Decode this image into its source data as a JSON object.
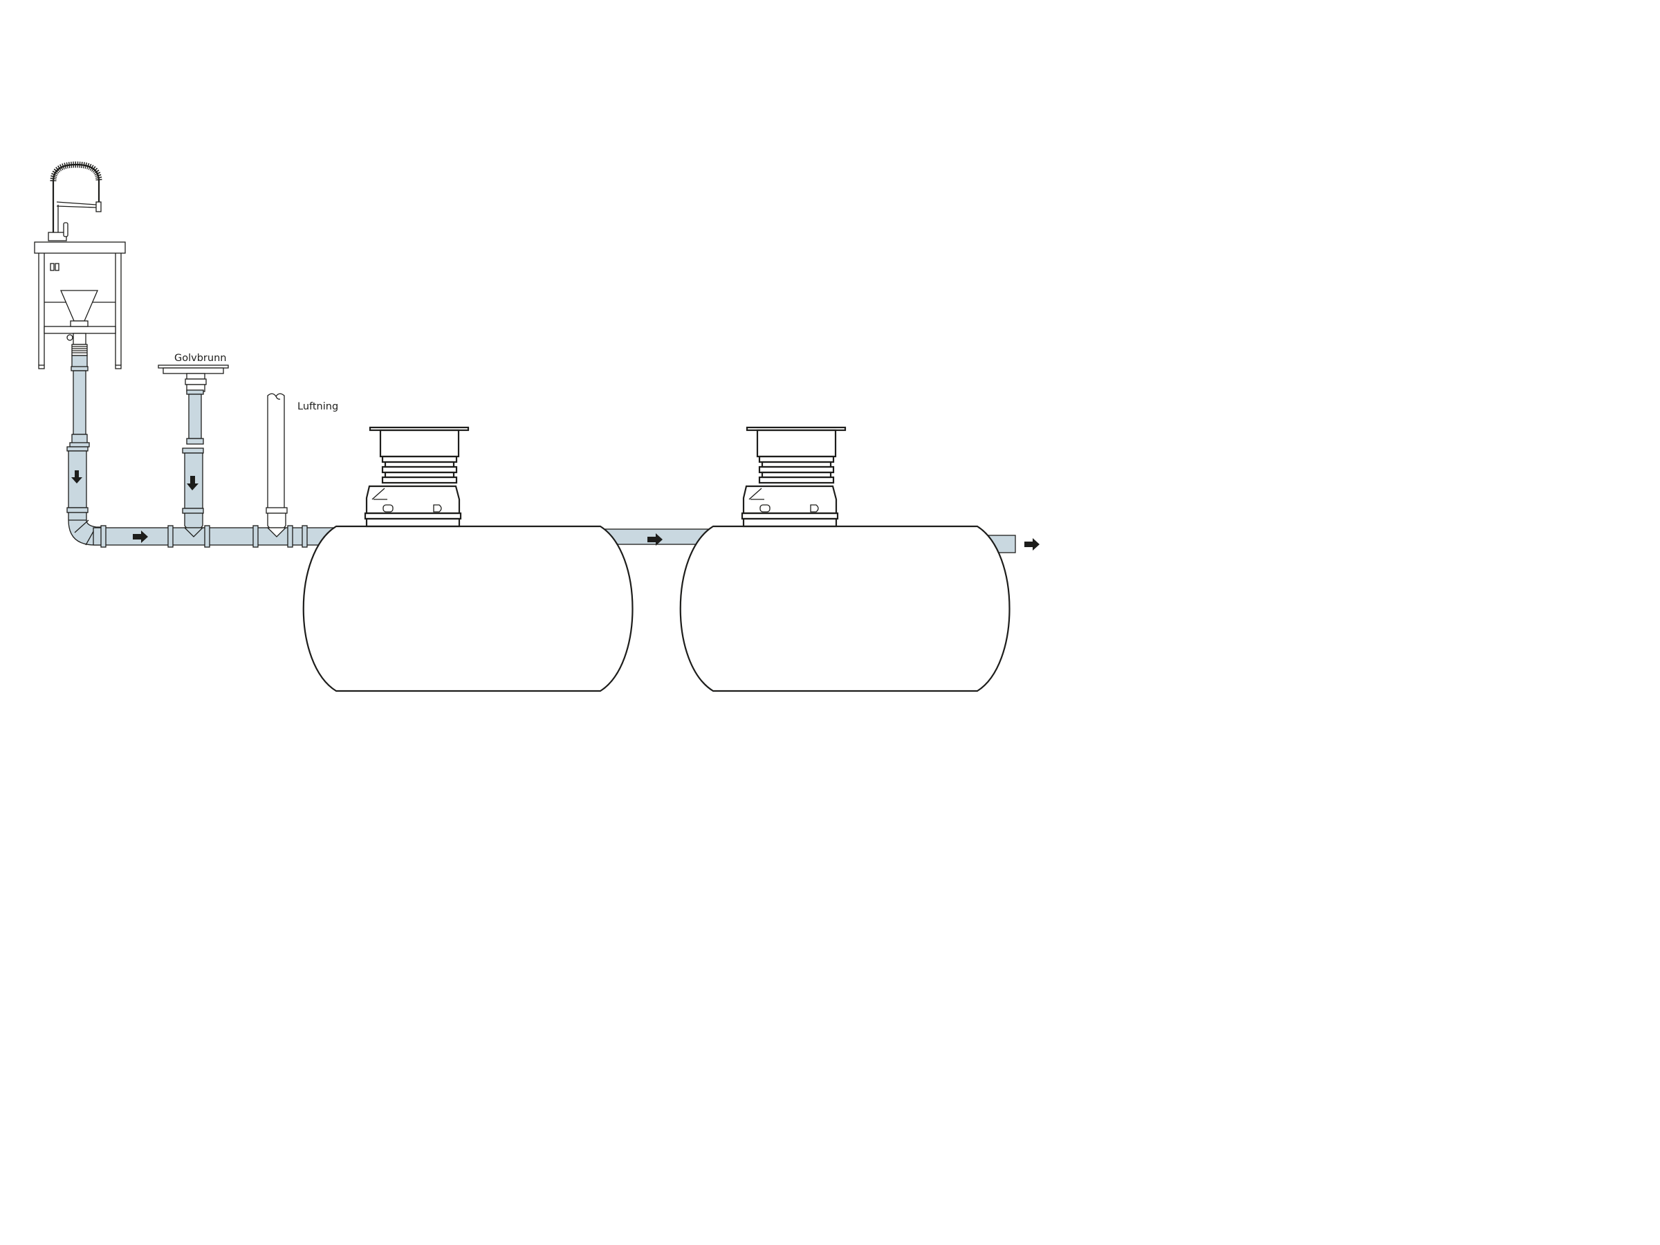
{
  "labels": {
    "floor_drain": "Golvbrunn",
    "vent": "Luftning"
  },
  "colors": {
    "pipe_fill": "#c9d8e0",
    "line": "#1d1d1b",
    "background": "#ffffff"
  },
  "flow_arrows": [
    "down",
    "down",
    "right",
    "right",
    "right"
  ],
  "tanks": [
    {
      "name": "tank-1"
    },
    {
      "name": "tank-2"
    }
  ]
}
